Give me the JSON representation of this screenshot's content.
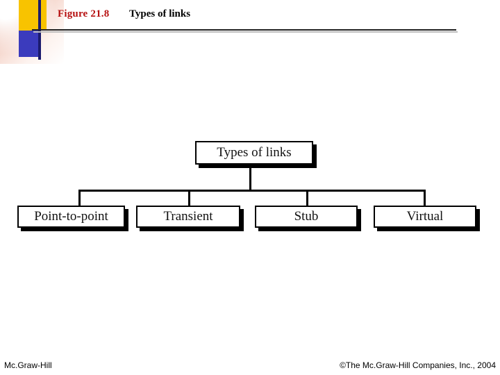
{
  "header": {
    "figure_label": "Figure 21.8",
    "figure_title": "Types of links"
  },
  "footer": {
    "left": "Mc.Graw-Hill",
    "right": "©The Mc.Graw-Hill Companies, Inc., 2004"
  },
  "chart_data": {
    "type": "diagram",
    "title": "Types of links",
    "root": {
      "label": "Types of links"
    },
    "children": [
      {
        "label": "Point-to-point"
      },
      {
        "label": "Transient"
      },
      {
        "label": "Stub"
      },
      {
        "label": "Virtual"
      }
    ]
  },
  "colors": {
    "accent_red": "#b61010",
    "deco_yellow": "#f8c300",
    "deco_blue": "#3b3bbd",
    "navy_line": "#1b1b6e",
    "node_border": "#000000",
    "node_fill": "#ffffff"
  }
}
